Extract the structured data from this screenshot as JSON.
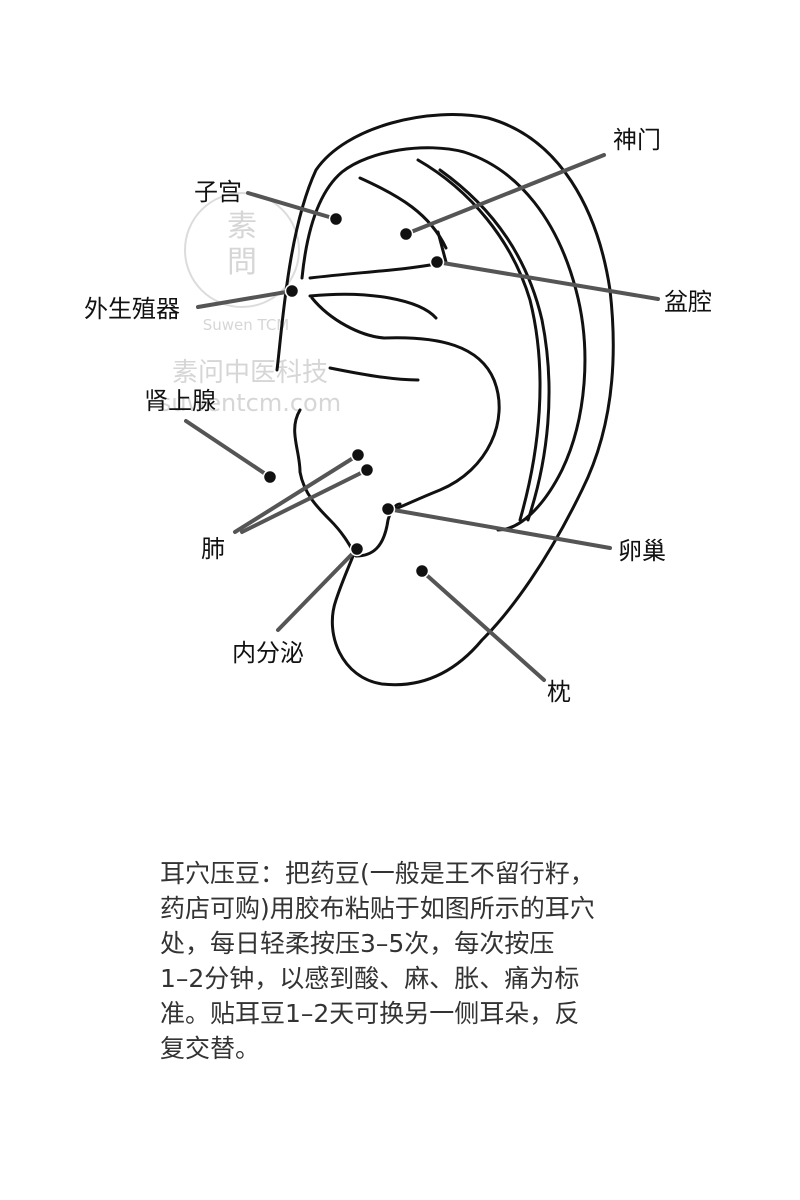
{
  "watermark": {
    "seal_top": "素",
    "seal_bottom": "問",
    "brand_en": "Suwen TCM",
    "brand_cn": "素问中医科技",
    "site": "suwentcm.com"
  },
  "acupoints": [
    {
      "id": "shenmen",
      "label": "神门"
    },
    {
      "id": "zigong",
      "label": "子宫"
    },
    {
      "id": "penqiang",
      "label": "盆腔"
    },
    {
      "id": "waishengzhiqi",
      "label": "外生殖器"
    },
    {
      "id": "shenshangxian",
      "label": "肾上腺"
    },
    {
      "id": "fei",
      "label": "肺"
    },
    {
      "id": "luanchao",
      "label": "卵巢"
    },
    {
      "id": "neifenmi",
      "label": "内分泌"
    },
    {
      "id": "zhen",
      "label": "枕"
    }
  ],
  "colors": {
    "line": "#111111",
    "pointer": "#555555",
    "text": "#333333",
    "watermark": "#cfcfcf"
  },
  "description": {
    "lines": [
      "耳穴压豆：把药豆(一般是王不留行籽，",
      "药店可购)用胶布粘贴于如图所示的耳穴",
      "处，每日轻柔按压3–5次，每次按压",
      "1–2分钟，以感到酸、麻、胀、痛为标",
      "准。贴耳豆1–2天可换另一侧耳朵，反",
      "复交替。"
    ]
  }
}
